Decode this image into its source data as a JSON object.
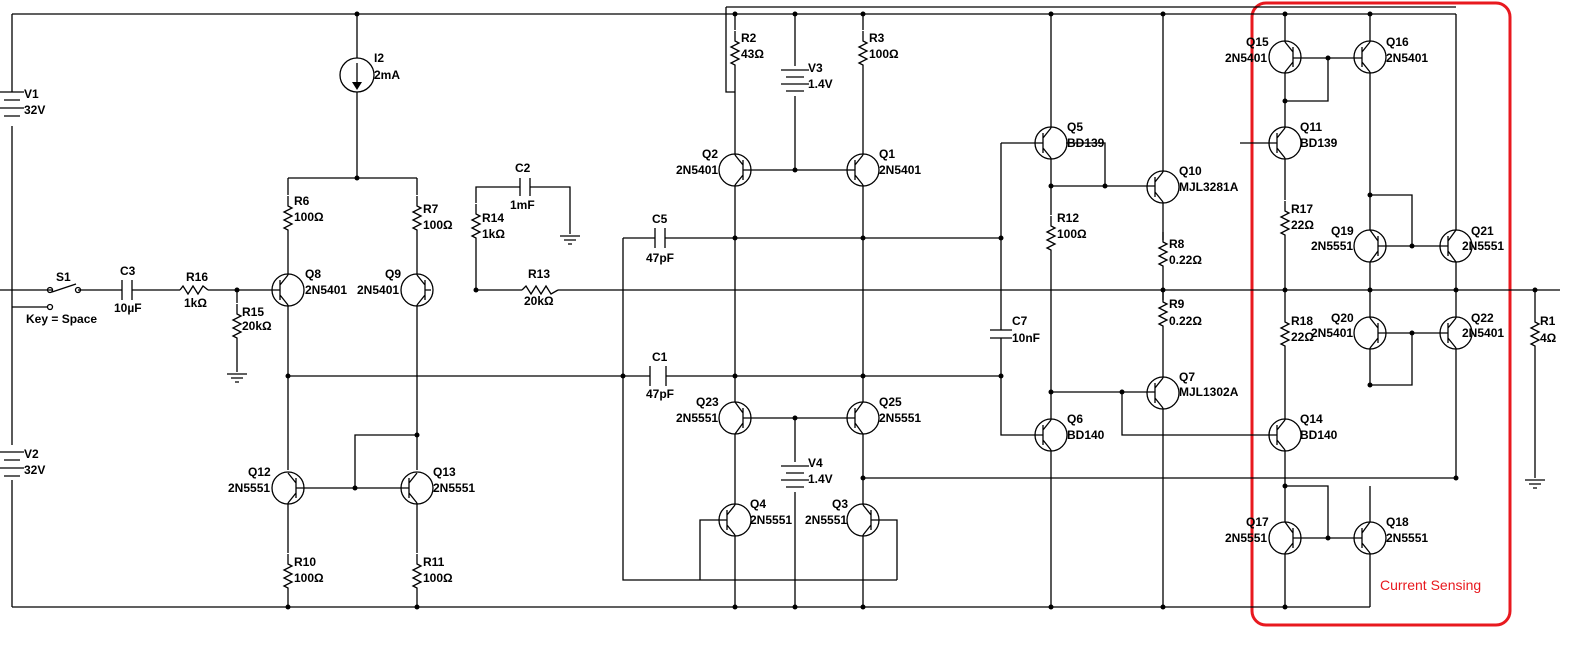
{
  "components": {
    "V1": {
      "ref": "V1",
      "value": "32V"
    },
    "V2": {
      "ref": "V2",
      "value": "32V"
    },
    "V3": {
      "ref": "V3",
      "value": "1.4V"
    },
    "V4": {
      "ref": "V4",
      "value": "1.4V"
    },
    "I2": {
      "ref": "I2",
      "value": "2mA"
    },
    "S1": {
      "ref": "S1",
      "value": "Key = Space"
    },
    "C1": {
      "ref": "C1",
      "value": "47pF"
    },
    "C2": {
      "ref": "C2",
      "value": "1mF"
    },
    "C3": {
      "ref": "C3",
      "value": "10µF"
    },
    "C5": {
      "ref": "C5",
      "value": "47pF"
    },
    "C7": {
      "ref": "C7",
      "value": "10nF"
    },
    "R1": {
      "ref": "R1",
      "value": "4Ω"
    },
    "R2": {
      "ref": "R2",
      "value": "43Ω"
    },
    "R3": {
      "ref": "R3",
      "value": "100Ω"
    },
    "R6": {
      "ref": "R6",
      "value": "100Ω"
    },
    "R7": {
      "ref": "R7",
      "value": "100Ω"
    },
    "R8": {
      "ref": "R8",
      "value": "0.22Ω"
    },
    "R9": {
      "ref": "R9",
      "value": "0.22Ω"
    },
    "R10": {
      "ref": "R10",
      "value": "100Ω"
    },
    "R11": {
      "ref": "R11",
      "value": "100Ω"
    },
    "R12": {
      "ref": "R12",
      "value": "100Ω"
    },
    "R13": {
      "ref": "R13",
      "value": "20kΩ"
    },
    "R14": {
      "ref": "R14",
      "value": "1kΩ"
    },
    "R15": {
      "ref": "R15",
      "value": "20kΩ"
    },
    "R16": {
      "ref": "R16",
      "value": "1kΩ"
    },
    "R17": {
      "ref": "R17",
      "value": "22Ω"
    },
    "R18": {
      "ref": "R18",
      "value": "22Ω"
    },
    "Q1": {
      "ref": "Q1",
      "value": "2N5401"
    },
    "Q2": {
      "ref": "Q2",
      "value": "2N5401"
    },
    "Q3": {
      "ref": "Q3",
      "value": "2N5551"
    },
    "Q4": {
      "ref": "Q4",
      "value": "2N5551"
    },
    "Q5": {
      "ref": "Q5",
      "value": "BD139"
    },
    "Q6": {
      "ref": "Q6",
      "value": "BD140"
    },
    "Q7": {
      "ref": "Q7",
      "value": "MJL1302A"
    },
    "Q8": {
      "ref": "Q8",
      "value": "2N5401"
    },
    "Q9": {
      "ref": "Q9",
      "value": "2N5401"
    },
    "Q10": {
      "ref": "Q10",
      "value": "MJL3281A"
    },
    "Q11": {
      "ref": "Q11",
      "value": "BD139"
    },
    "Q12": {
      "ref": "Q12",
      "value": "2N5551"
    },
    "Q13": {
      "ref": "Q13",
      "value": "2N5551"
    },
    "Q14": {
      "ref": "Q14",
      "value": "BD140"
    },
    "Q15": {
      "ref": "Q15",
      "value": "2N5401"
    },
    "Q16": {
      "ref": "Q16",
      "value": "2N5401"
    },
    "Q17": {
      "ref": "Q17",
      "value": "2N5551"
    },
    "Q18": {
      "ref": "Q18",
      "value": "2N5551"
    },
    "Q19": {
      "ref": "Q19",
      "value": "2N5551"
    },
    "Q20": {
      "ref": "Q20",
      "value": "2N5401"
    },
    "Q21": {
      "ref": "Q21",
      "value": "2N5551"
    },
    "Q22": {
      "ref": "Q22",
      "value": "2N5401"
    },
    "Q23": {
      "ref": "Q23",
      "value": "2N5551"
    },
    "Q25": {
      "ref": "Q25",
      "value": "2N5551"
    }
  },
  "annotation": {
    "label": "Current Sensing",
    "color": "#e8191f"
  }
}
